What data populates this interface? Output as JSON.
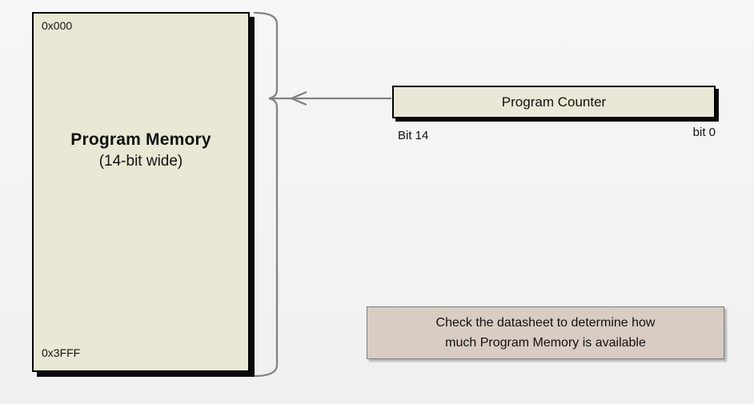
{
  "slide": {
    "background": "#f3f3f3"
  },
  "program_memory": {
    "title": "Program Memory",
    "subtitle": "(14-bit wide)",
    "start_address": "0x000",
    "end_address": "0x3FFF",
    "fill": "#e9e8d4",
    "border": "#000000"
  },
  "program_counter": {
    "label": "Program Counter",
    "msb_label": "Bit 14",
    "lsb_label": "bit 0",
    "fill": "#eae7d6",
    "border": "#000000"
  },
  "note": {
    "line1": "Check the datasheet to determine how",
    "line2": "much Program Memory is available",
    "fill": "#d9ccc2",
    "border": "#7f7f7f"
  },
  "connector": {
    "color": "#808080"
  }
}
